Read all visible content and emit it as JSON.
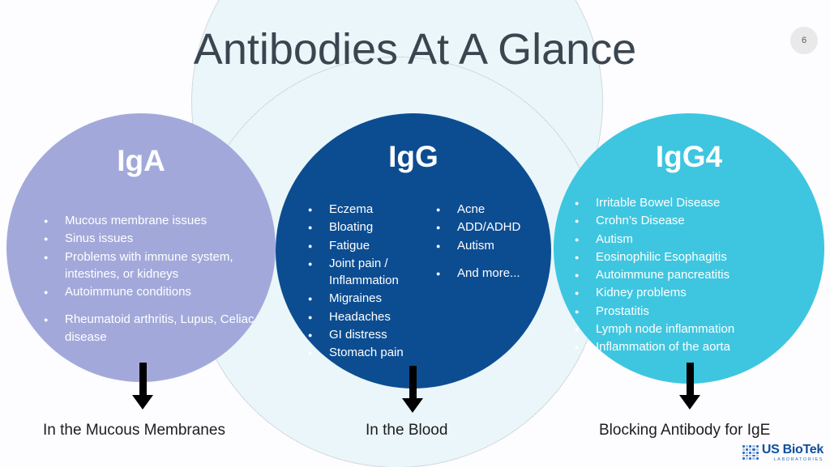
{
  "slide": {
    "title": "Antibodies At A Glance",
    "number_badge": "6",
    "background_color": "#fdfcfe",
    "backdrop_circle_color": "#eaf6f9"
  },
  "groups": [
    {
      "id": "iga",
      "label": "IgA",
      "color": "#a2a9da",
      "caption": "In the Mucous Membranes",
      "arrow": "down-arrow",
      "items": [
        "Mucous membrane issues",
        "Sinus issues",
        "Problems with immune system, intestines, or kidneys",
        "Autoimmune conditions",
        "Rheumatoid arthritis, Lupus, Celiac disease"
      ]
    },
    {
      "id": "igg",
      "label": "IgG",
      "color": "#0c4d92",
      "caption": "In the Blood",
      "arrow": "down-arrow",
      "items_left": [
        "Eczema",
        "Bloating",
        "Fatigue",
        "Joint pain / Inflammation",
        "Migraines",
        "Headaches",
        "GI distress",
        "Stomach pain"
      ],
      "items_right": [
        "Acne",
        "ADD/ADHD",
        "Autism",
        "And more..."
      ]
    },
    {
      "id": "igg4",
      "label": "IgG4",
      "color": "#3ec6e0",
      "caption": "Blocking Antibody for IgE",
      "arrow": "down-arrow",
      "items": [
        "Irritable Bowel Disease",
        "Crohn’s Disease",
        "Autism",
        "Eosinophilic Esophagitis",
        "Autoimmune pancreatitis",
        "Kidney problems",
        "Prostatitis",
        "Lymph node inflammation",
        "Inflammation of the aorta"
      ]
    }
  ],
  "logo": {
    "name": "US BioTek",
    "subtitle": "LABORATORIES",
    "color": "#0d4f9e"
  }
}
